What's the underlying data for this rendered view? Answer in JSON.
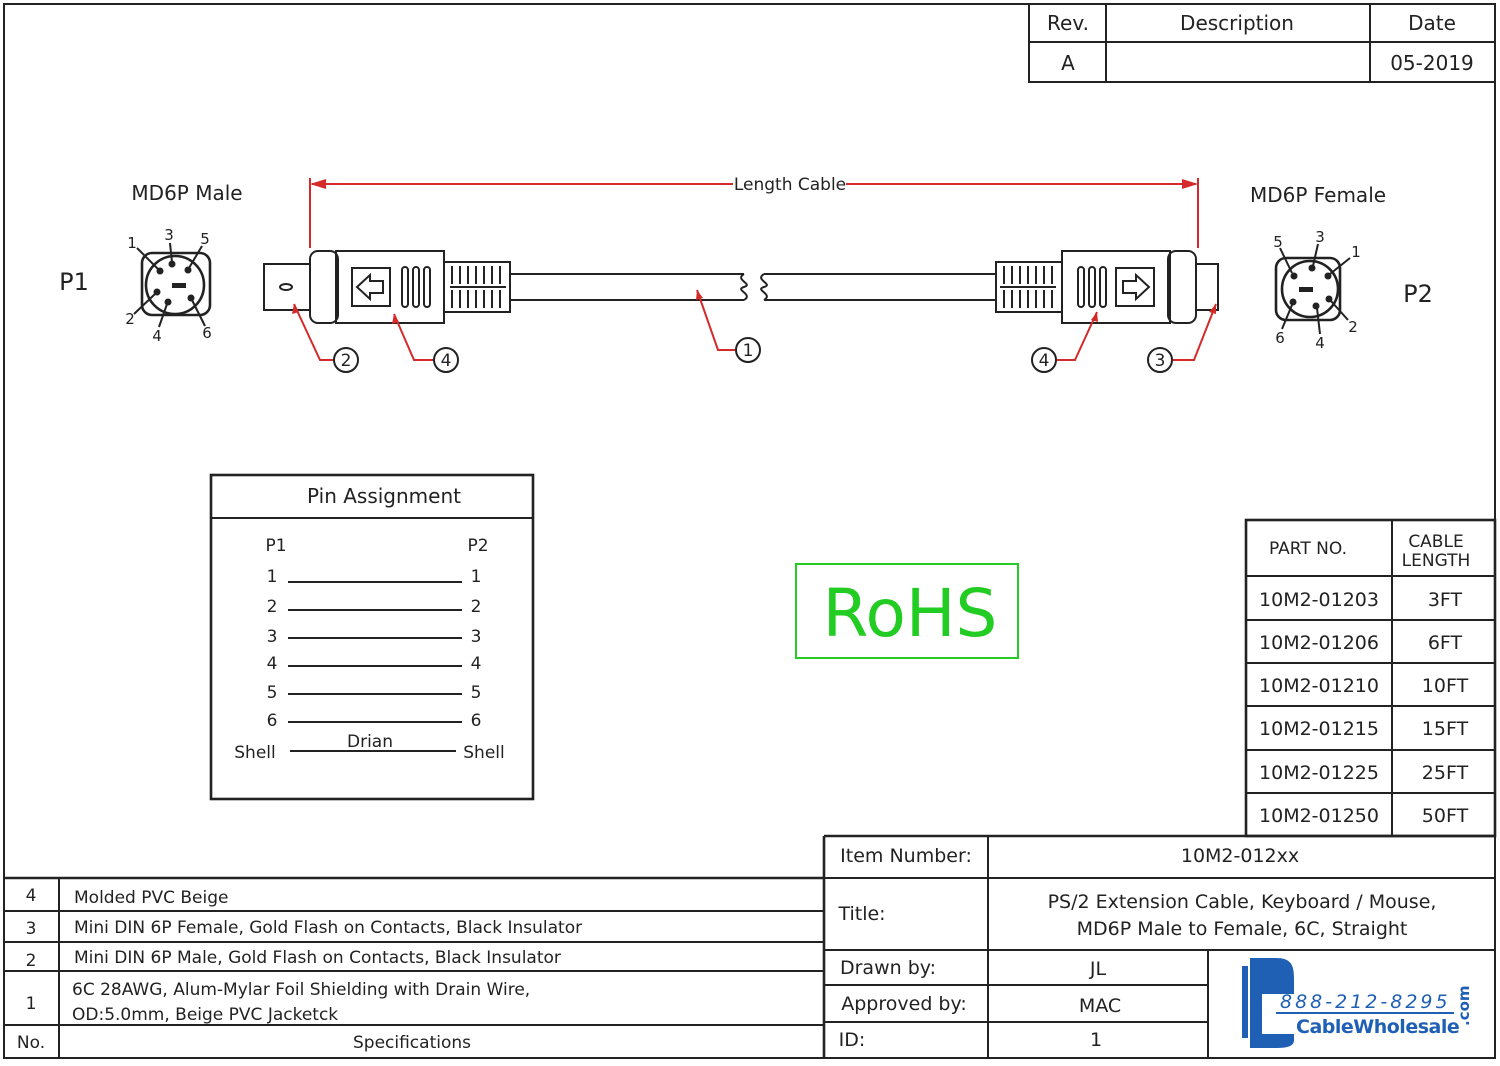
{
  "revision_table": {
    "headers": {
      "rev": "Rev.",
      "description": "Description",
      "date": "Date"
    },
    "row": {
      "rev": "A",
      "description": "",
      "date": "05-2019"
    }
  },
  "connectors": {
    "p1": {
      "id": "P1",
      "label": "MD6P Male",
      "pins": [
        "1",
        "2",
        "3",
        "4",
        "5",
        "6"
      ]
    },
    "p2": {
      "id": "P2",
      "label": "MD6P Female",
      "pins": [
        "1",
        "2",
        "3",
        "4",
        "5",
        "6"
      ]
    }
  },
  "dimension": {
    "label": "Length Cable"
  },
  "callouts": [
    "2",
    "4",
    "1",
    "4",
    "3"
  ],
  "pin_assignment": {
    "title": "Pin Assignment",
    "col_p1": "P1",
    "col_p2": "P2",
    "rows": [
      {
        "p1": "1",
        "p2": "1"
      },
      {
        "p1": "2",
        "p2": "2"
      },
      {
        "p1": "3",
        "p2": "3"
      },
      {
        "p1": "4",
        "p2": "4"
      },
      {
        "p1": "5",
        "p2": "5"
      },
      {
        "p1": "6",
        "p2": "6"
      }
    ],
    "shell": {
      "p1": "Shell",
      "p2": "Shell",
      "wire": "Drian"
    }
  },
  "rohs": {
    "label": "RoHS",
    "color": "#22cc22"
  },
  "parts_table": {
    "header_part": "PART NO.",
    "header_length_1": "CABLE",
    "header_length_2": "LENGTH",
    "rows": [
      {
        "part": "10M2-01203",
        "length": "3FT"
      },
      {
        "part": "10M2-01206",
        "length": "6FT"
      },
      {
        "part": "10M2-01210",
        "length": "10FT"
      },
      {
        "part": "10M2-01215",
        "length": "15FT"
      },
      {
        "part": "10M2-01225",
        "length": "25FT"
      },
      {
        "part": "10M2-01250",
        "length": "50FT"
      }
    ]
  },
  "specs": {
    "header_no": "No.",
    "header_spec": "Specifications",
    "rows": [
      {
        "no": "4",
        "line1": "Molded PVC Beige",
        "line2": ""
      },
      {
        "no": "3",
        "line1": "Mini DIN 6P Female, Gold Flash on Contacts, Black Insulator",
        "line2": ""
      },
      {
        "no": "2",
        "line1": "Mini DIN 6P Male, Gold Flash on Contacts, Black Insulator",
        "line2": ""
      },
      {
        "no": "1",
        "line1": "6C 28AWG, Alum-Mylar Foil Shielding with Drain Wire,",
        "line2": "OD:5.0mm, Beige PVC Jacketck"
      }
    ]
  },
  "title_block": {
    "item_number_label": "Item Number:",
    "item_number": "10M2-012xx",
    "title_label": "Title:",
    "title_line1": "PS/2 Extension Cable, Keyboard / Mouse,",
    "title_line2": "MD6P Male to Female, 6C, Straight",
    "drawn_by_label": "Drawn by:",
    "drawn_by": "JL",
    "approved_by_label": "Approved by:",
    "approved_by": "MAC",
    "id_label": "ID:",
    "id": "1"
  },
  "logo": {
    "phone": "888-212-8295",
    "name": "CableWholesale",
    "suffix": ".com",
    "color": "#1f5fb4"
  },
  "colors": {
    "line": "#222222",
    "dimension": "#d42a2a",
    "rohs": "#22cc22",
    "brand": "#1f5fb4"
  }
}
